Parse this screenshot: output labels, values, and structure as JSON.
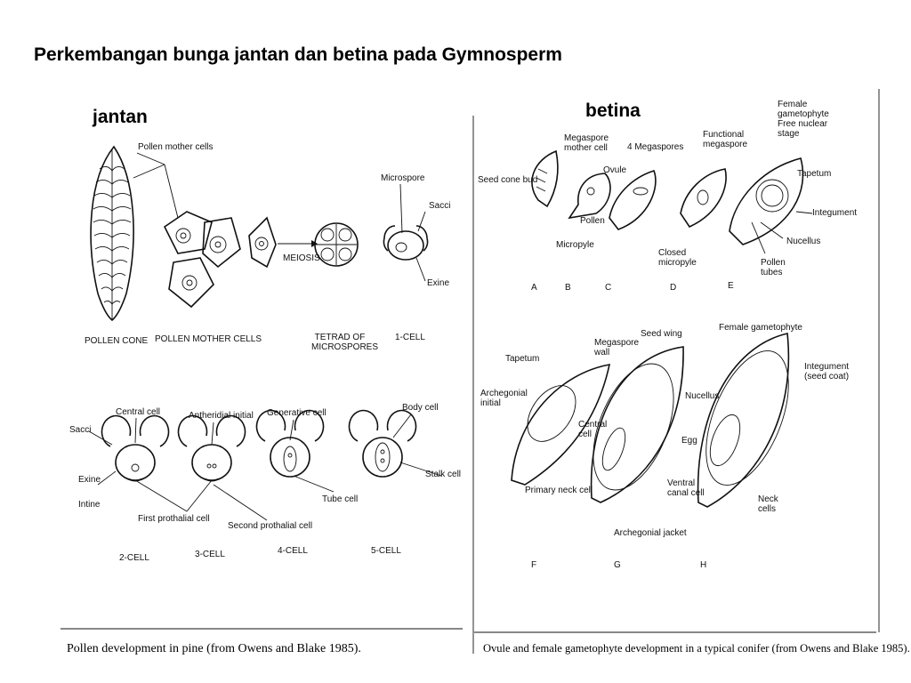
{
  "title": "Perkembangan bunga jantan dan betina pada Gymnosperm",
  "male": {
    "heading": "jantan",
    "labels": {
      "pollen_mother_cells_top": "Pollen mother cells",
      "microspore": "Microspore",
      "sacci_top": "Sacci",
      "exine_top": "Exine",
      "meiosis": "MEIOSIS",
      "pollen_cone": "POLLEN CONE",
      "pollen_mother_cells": "POLLEN MOTHER CELLS",
      "tetrad": "TETRAD OF MICROSPORES",
      "one_cell": "1-CELL",
      "central_cell": "Central cell",
      "antheridial_initial": "Antheridial initial",
      "generative_cell": "Generative cell",
      "body_cell": "Body cell",
      "sacci": "Sacci",
      "exine": "Exine",
      "intine": "Intine",
      "stalk_cell": "Stalk cell",
      "tube_cell": "Tube cell",
      "first_prothalial": "First prothalial cell",
      "second_prothalial": "Second prothalial cell",
      "two_cell": "2-CELL",
      "three_cell": "3-CELL",
      "four_cell": "4-CELL",
      "five_cell": "5-CELL"
    },
    "caption": "Pollen development in pine (from Owens and Blake 1985)."
  },
  "female": {
    "heading": "betina",
    "labels": {
      "seed_cone_bud": "Seed cone bud",
      "megaspore_mother_cell": "Megaspore mother cell",
      "ovule": "Ovule",
      "four_megaspores": "4 Megaspores",
      "functional_megaspore": "Functional megaspore",
      "female_gametophyte_free": "Female gametophyte Free nuclear stage",
      "tapetum_top": "Tapetum",
      "integument_top": "Integument",
      "nucellus_top": "Nucellus",
      "pollen_tubes": "Pollen tubes",
      "pollen": "Pollen",
      "micropyle": "Micropyle",
      "closed_micropyle": "Closed micropyle",
      "A": "A",
      "B": "B",
      "C": "C",
      "D": "D",
      "E": "E",
      "seed_wing": "Seed wing",
      "megaspore_wall": "Megaspore wall",
      "female_gametophyte": "Female gametophyte",
      "integument_seed_coat": "Integument (seed coat)",
      "tapetum": "Tapetum",
      "archegonial_initial": "Archegonial initial",
      "central_cell": "Central cell",
      "nucellus": "Nucellus",
      "egg": "Egg",
      "primary_neck_cell": "Primary neck cell",
      "ventral_canal_cell": "Ventral canal cell",
      "neck_cells": "Neck cells",
      "archegonial_jacket": "Archegonial jacket",
      "F": "F",
      "G": "G",
      "H": "H"
    },
    "caption": "Ovule and female gametophyte development in a typical conifer (from Owens and Blake 1985)."
  }
}
